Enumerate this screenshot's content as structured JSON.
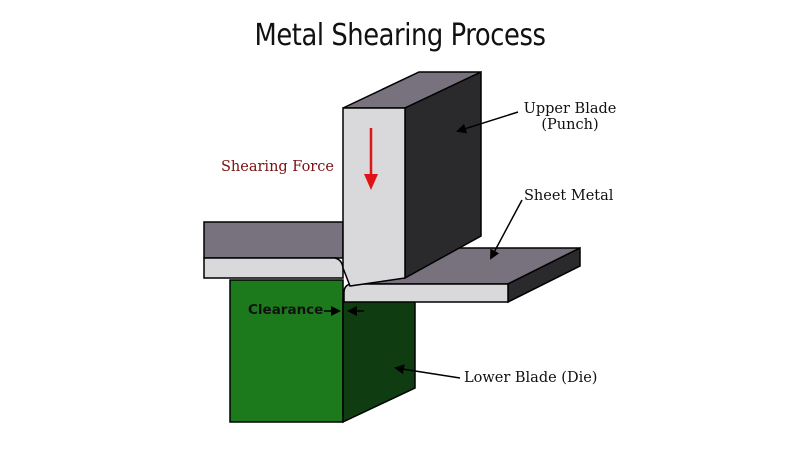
{
  "title": "Metal Shearing Process",
  "labels": {
    "upper_blade_line1": "Upper Blade",
    "upper_blade_line2": "(Punch)",
    "sheet_metal": "Sheet Metal",
    "shearing_force": "Shearing Force",
    "clearance": "Clearance",
    "lower_blade": "Lower Blade (Die)"
  },
  "colors": {
    "blade_front": "#d9d9dc",
    "blade_side": "#2a2a2d",
    "blade_top": "#77727d",
    "sheet_top": "#77727d",
    "sheet_edge": "#d9d9dc",
    "die_front": "#1c7a1c",
    "die_side": "#0f3c10",
    "force_arrow": "#e01414",
    "force_text": "#7a1010"
  }
}
